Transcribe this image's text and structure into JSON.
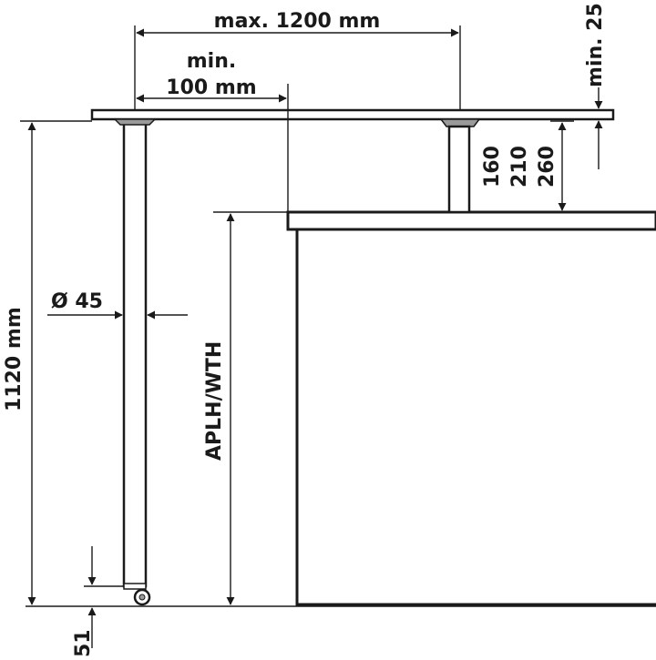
{
  "labels": {
    "max_width": "max. 1200 mm",
    "min_overhang_line1": "min.",
    "min_overhang_line2": "100 mm",
    "min_gap": "min. 25",
    "heights": [
      "160",
      "210",
      "260"
    ],
    "diameter": "Ø 45",
    "total_height": "1120 mm",
    "worktop_height": "APLH/WTH",
    "foot_height": "51"
  },
  "colors": {
    "line": "#1a1a1a",
    "bracket_fill": "#9a9a9a",
    "background": "#ffffff"
  }
}
